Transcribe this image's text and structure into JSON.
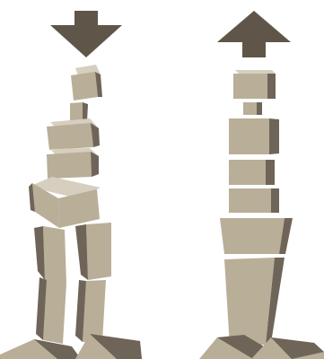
{
  "figure": {
    "panels": [
      {
        "id": "left",
        "arrow_direction": "down",
        "posture": "slumped"
      },
      {
        "id": "right",
        "arrow_direction": "up",
        "posture": "aligned"
      }
    ],
    "colors": {
      "arrow": "#5f5649",
      "front": "#b9ae98",
      "side": "#6e6558",
      "top": "#d6cfbf",
      "ground": "#8a806f"
    }
  }
}
